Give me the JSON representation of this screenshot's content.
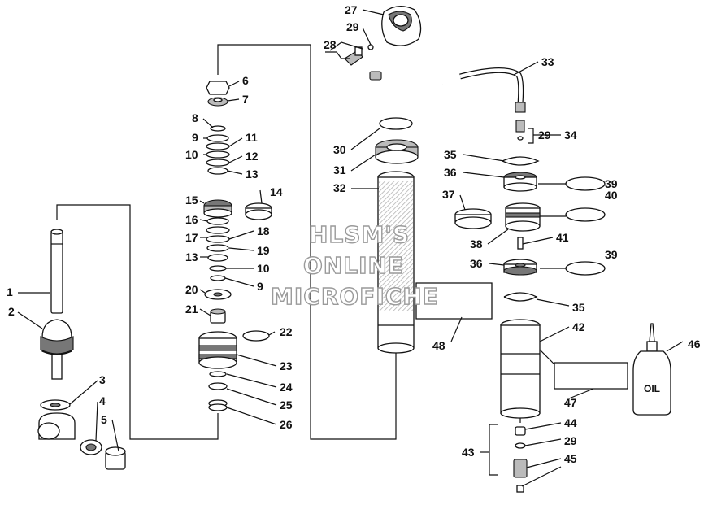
{
  "watermark": {
    "line1": "HLSM'S",
    "line2": "ONLINE",
    "line3": "MICROFICHE"
  },
  "oil_label": "OIL",
  "callouts": [
    {
      "id": "c1",
      "text": "1"
    },
    {
      "id": "c2",
      "text": "2"
    },
    {
      "id": "c3",
      "text": "3"
    },
    {
      "id": "c4",
      "text": "4"
    },
    {
      "id": "c5",
      "text": "5"
    },
    {
      "id": "c6",
      "text": "6"
    },
    {
      "id": "c7",
      "text": "7"
    },
    {
      "id": "c8",
      "text": "8"
    },
    {
      "id": "c9a",
      "text": "9"
    },
    {
      "id": "c10a",
      "text": "10"
    },
    {
      "id": "c11",
      "text": "11"
    },
    {
      "id": "c12",
      "text": "12"
    },
    {
      "id": "c13a",
      "text": "13"
    },
    {
      "id": "c14",
      "text": "14"
    },
    {
      "id": "c15",
      "text": "15"
    },
    {
      "id": "c16",
      "text": "16"
    },
    {
      "id": "c17",
      "text": "17"
    },
    {
      "id": "c13b",
      "text": "13"
    },
    {
      "id": "c18",
      "text": "18"
    },
    {
      "id": "c19",
      "text": "19"
    },
    {
      "id": "c10b",
      "text": "10"
    },
    {
      "id": "c9b",
      "text": "9"
    },
    {
      "id": "c20",
      "text": "20"
    },
    {
      "id": "c21",
      "text": "21"
    },
    {
      "id": "c22",
      "text": "22"
    },
    {
      "id": "c23",
      "text": "23"
    },
    {
      "id": "c24",
      "text": "24"
    },
    {
      "id": "c25",
      "text": "25"
    },
    {
      "id": "c26",
      "text": "26"
    },
    {
      "id": "c27",
      "text": "27"
    },
    {
      "id": "c29a",
      "text": "29"
    },
    {
      "id": "c28",
      "text": "28"
    },
    {
      "id": "c30",
      "text": "30"
    },
    {
      "id": "c31",
      "text": "31"
    },
    {
      "id": "c32",
      "text": "32"
    },
    {
      "id": "c33",
      "text": "33"
    },
    {
      "id": "c29b",
      "text": "29"
    },
    {
      "id": "c34",
      "text": "34"
    },
    {
      "id": "c35a",
      "text": "35"
    },
    {
      "id": "c36a",
      "text": "36"
    },
    {
      "id": "c39a",
      "text": "39"
    },
    {
      "id": "c37",
      "text": "37"
    },
    {
      "id": "c40",
      "text": "40"
    },
    {
      "id": "c38",
      "text": "38"
    },
    {
      "id": "c41",
      "text": "41"
    },
    {
      "id": "c36b",
      "text": "36"
    },
    {
      "id": "c39b",
      "text": "39"
    },
    {
      "id": "c35b",
      "text": "35"
    },
    {
      "id": "c48",
      "text": "48"
    },
    {
      "id": "c42",
      "text": "42"
    },
    {
      "id": "c46",
      "text": "46"
    },
    {
      "id": "c47",
      "text": "47"
    },
    {
      "id": "c44",
      "text": "44"
    },
    {
      "id": "c29c",
      "text": "29"
    },
    {
      "id": "c43",
      "text": "43"
    },
    {
      "id": "c45",
      "text": "45"
    }
  ]
}
